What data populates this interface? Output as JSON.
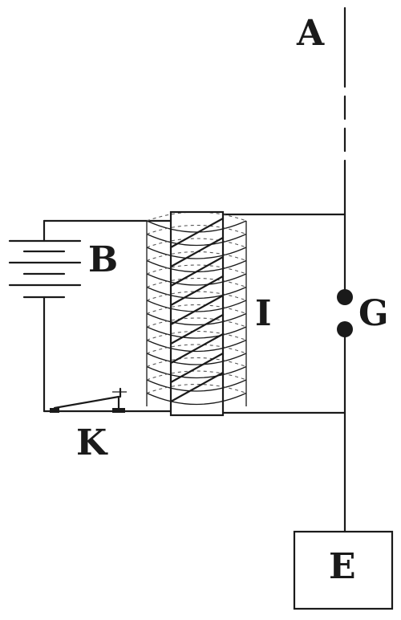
{
  "labels": {
    "antenna": "A",
    "battery": "B",
    "spark_gap": "G",
    "coil": "I",
    "key": "K",
    "earth": "E"
  },
  "colors": {
    "ink": "#1a1a1a",
    "background": "#ffffff"
  }
}
